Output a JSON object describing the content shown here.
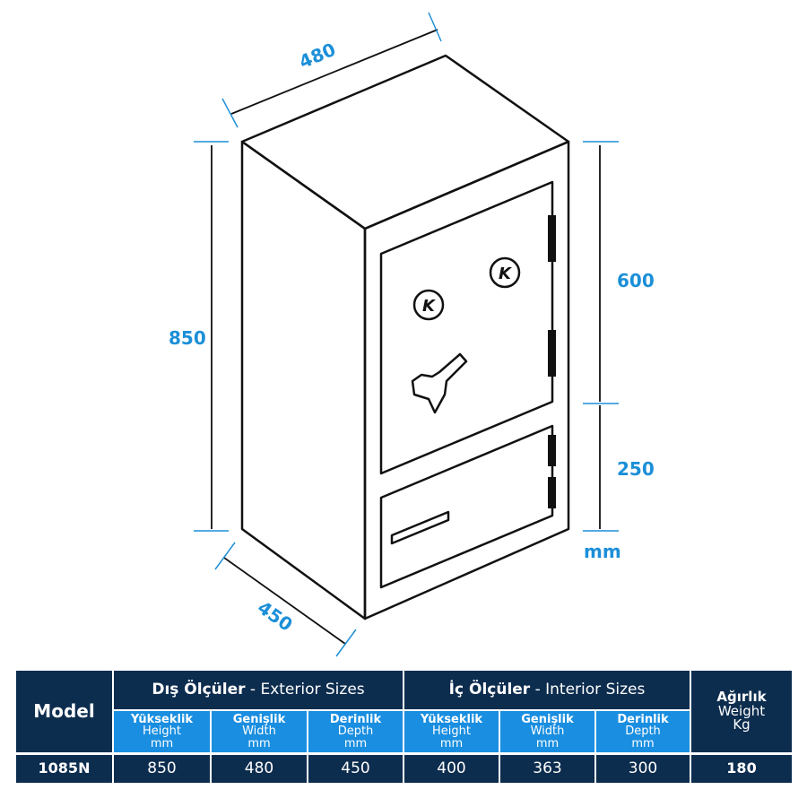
{
  "dimensions": {
    "width": "480",
    "height": "850",
    "depth": "450",
    "upper": "600",
    "lower": "250",
    "unit": "mm"
  },
  "colors": {
    "accent": "#1c8fd8",
    "dark": "#0d2d4f",
    "blue": "#1a8ee0"
  },
  "table": {
    "model_header": "Model",
    "exterior": {
      "bold": "Dış Ölçüler",
      "rest": " - Exterior Sizes"
    },
    "interior": {
      "bold": "İç Ölçüler",
      "rest": " - Interior Sizes"
    },
    "weight": {
      "tr": "Ağırlık",
      "en": "Weight",
      "unit": "Kg"
    },
    "subheaders": [
      {
        "tr": "Yükseklik",
        "en": "Height",
        "unit": "mm"
      },
      {
        "tr": "Genişlik",
        "en": "Width",
        "unit": "mm"
      },
      {
        "tr": "Derinlik",
        "en": "Depth",
        "unit": "mm"
      }
    ],
    "row": {
      "model": "1085N",
      "ext": [
        "850",
        "480",
        "450"
      ],
      "int": [
        "400",
        "363",
        "300"
      ],
      "weight": "180"
    }
  }
}
